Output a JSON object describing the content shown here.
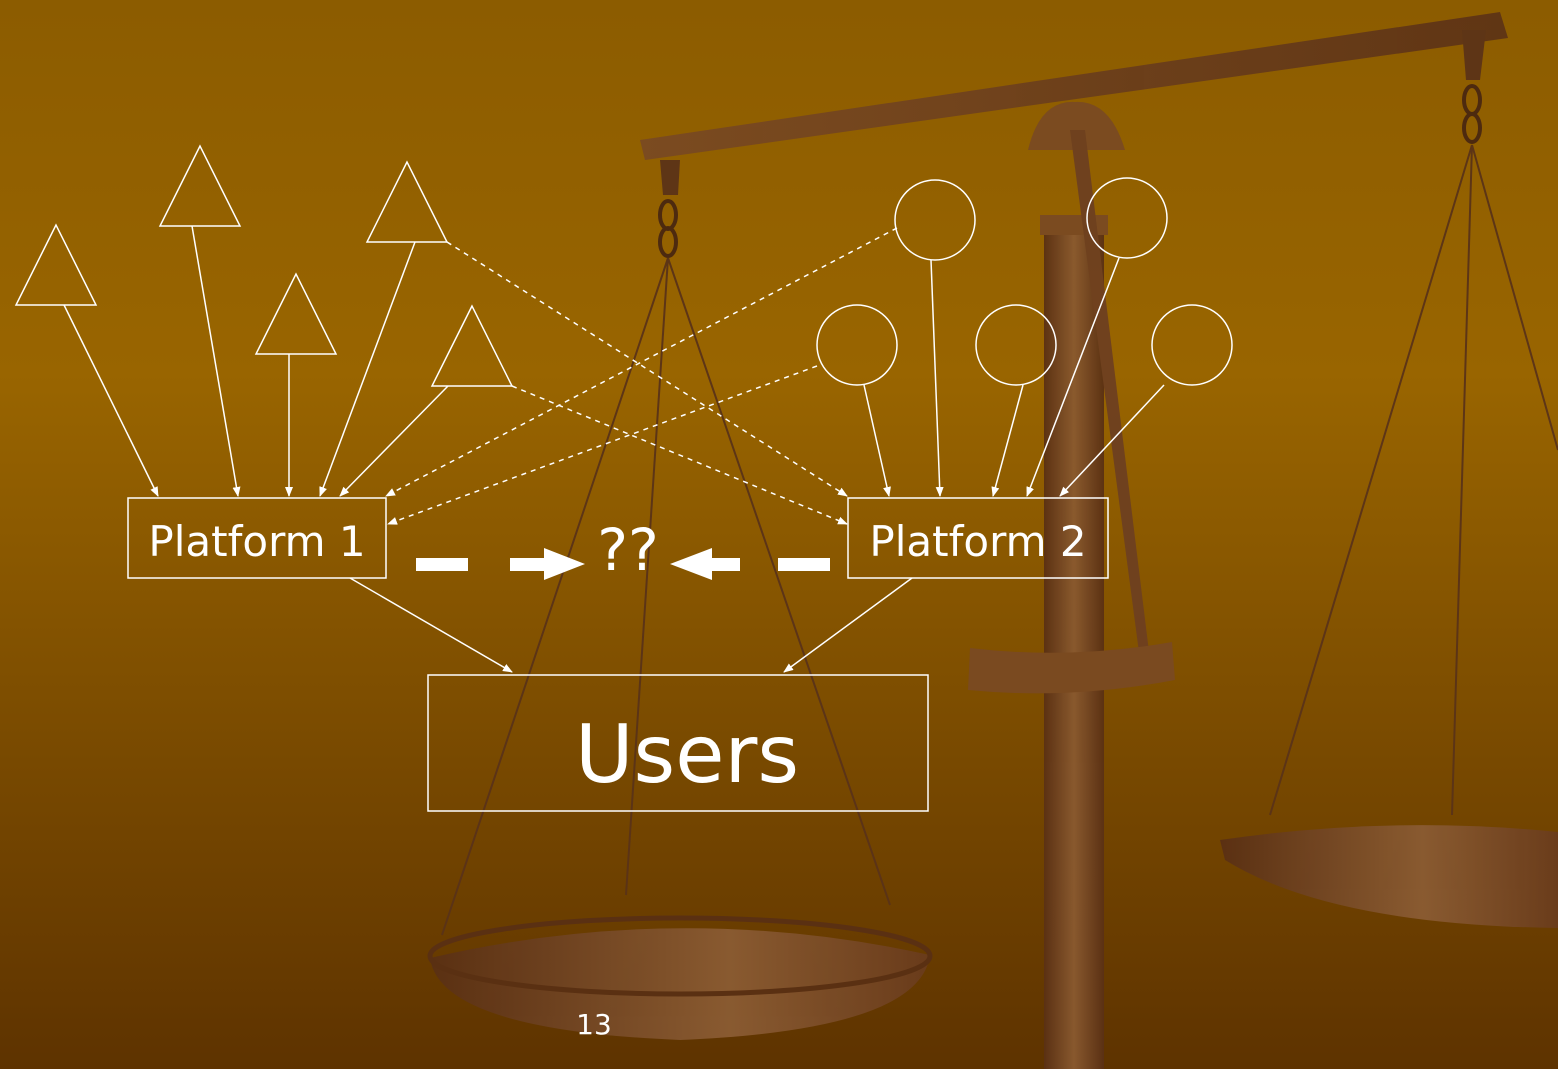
{
  "slide": {
    "platform_1_label": "Platform 1",
    "platform_2_label": "Platform 2",
    "question_label": "??",
    "users_label": "Users",
    "page_number": "13"
  },
  "colors": {
    "background_top": "#9A6800",
    "background_bottom": "#5E3300",
    "foreground": "#FFFFFF",
    "scale_wood_dark": "#5C3318",
    "scale_wood_light": "#8A5A30"
  },
  "icons": {
    "left_group_node": "triangle-icon",
    "right_group_node": "circle-icon"
  }
}
